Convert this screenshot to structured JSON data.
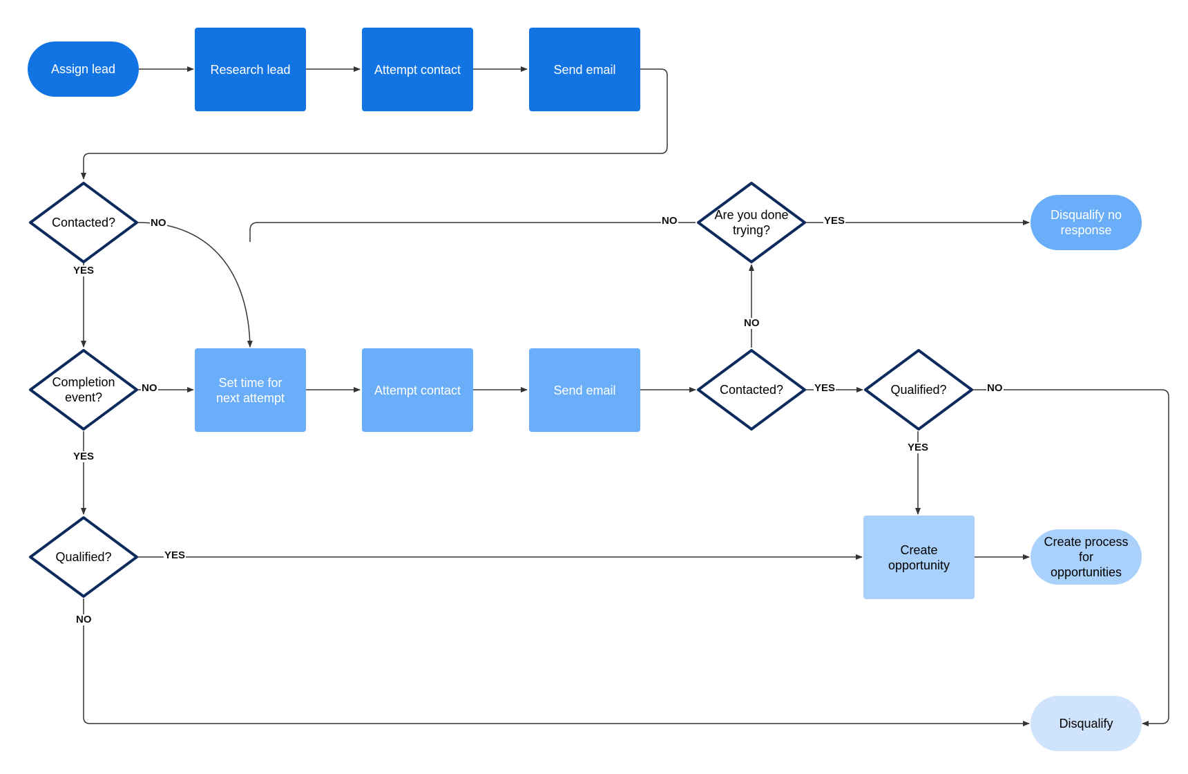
{
  "colors": {
    "dark": "#1273e3",
    "mid": "#6aaef9",
    "light": "#a9d1fb",
    "pale": "#cfe4fc",
    "diamond_stroke": "#0c2a5c",
    "connector": "#333333"
  },
  "nodes": {
    "assign_lead": "Assign lead",
    "research_lead": "Research lead",
    "attempt_contact_1": "Attempt contact",
    "send_email_1": "Send email",
    "contacted_1": "Contacted?",
    "completion_event": "Completion\nevent?",
    "qualified_1": "Qualified?",
    "set_time": "Set time for\nnext attempt",
    "attempt_contact_2": "Attempt contact",
    "send_email_2": "Send email",
    "contacted_2": "Contacted?",
    "are_you_done": "Are you done\ntrying?",
    "disqualify_no_response": "Disqualify no\nresponse",
    "qualified_2": "Qualified?",
    "create_opportunity": "Create\nopportunity",
    "create_process": "Create process\nfor\nopportunities",
    "disqualify": "Disqualify"
  },
  "edge_labels": {
    "contacted_1_no": "NO",
    "contacted_1_yes": "YES",
    "completion_no": "NO",
    "completion_yes": "YES",
    "qualified_1_yes": "YES",
    "qualified_1_no": "NO",
    "done_no": "NO",
    "done_yes": "YES",
    "contacted_2_no": "NO",
    "contacted_2_yes": "YES",
    "qualified_2_no": "NO",
    "qualified_2_yes": "YES"
  }
}
